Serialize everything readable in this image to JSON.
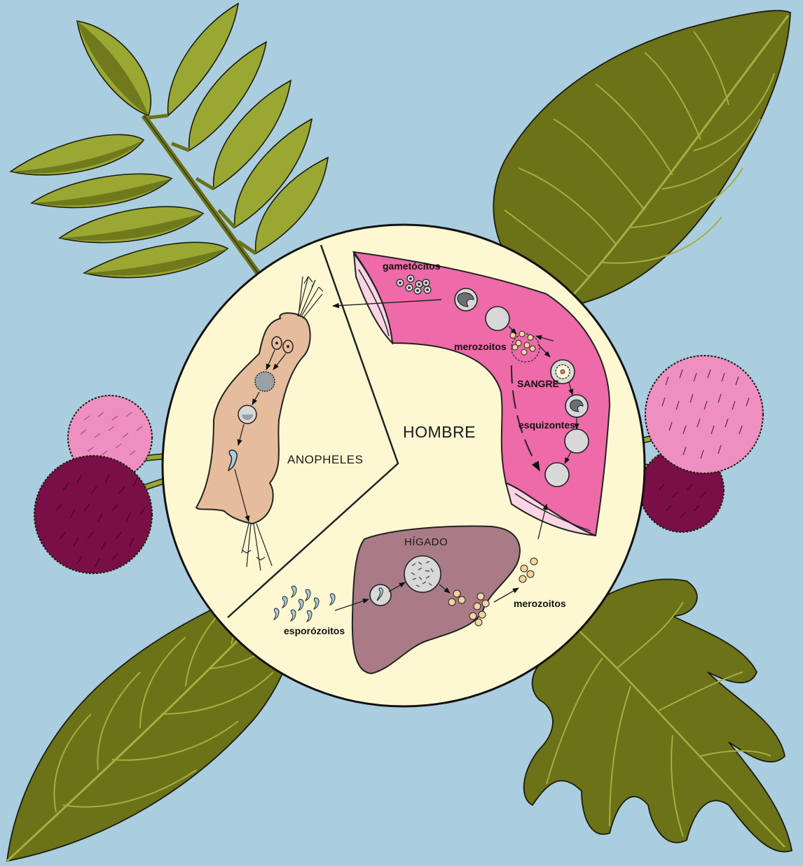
{
  "diagram": {
    "colors": {
      "background": "#abcde0",
      "circle_fill": "#fdf8d2",
      "mosquito_fill": "#e6bd9c",
      "vessel_fill": "#ee6aa8",
      "liver_fill": "#a97b87",
      "leaf_light": "#99a832",
      "leaf_dark": "#6b7218",
      "ball_pink": "#ef8fc1",
      "ball_maroon": "#7a0e47"
    },
    "sections": {
      "mosquito": "ANOPHELES",
      "human": "HOMBRE",
      "liver": "HÍGADO",
      "blood": "SANGRE"
    },
    "stages": {
      "gametocytes": "gametócitos",
      "merozoites_blood": "merozoitos",
      "schizonts": "esquizontes",
      "merozoites_liver": "merozoitos",
      "sporozoites": "esporózoitos"
    }
  }
}
